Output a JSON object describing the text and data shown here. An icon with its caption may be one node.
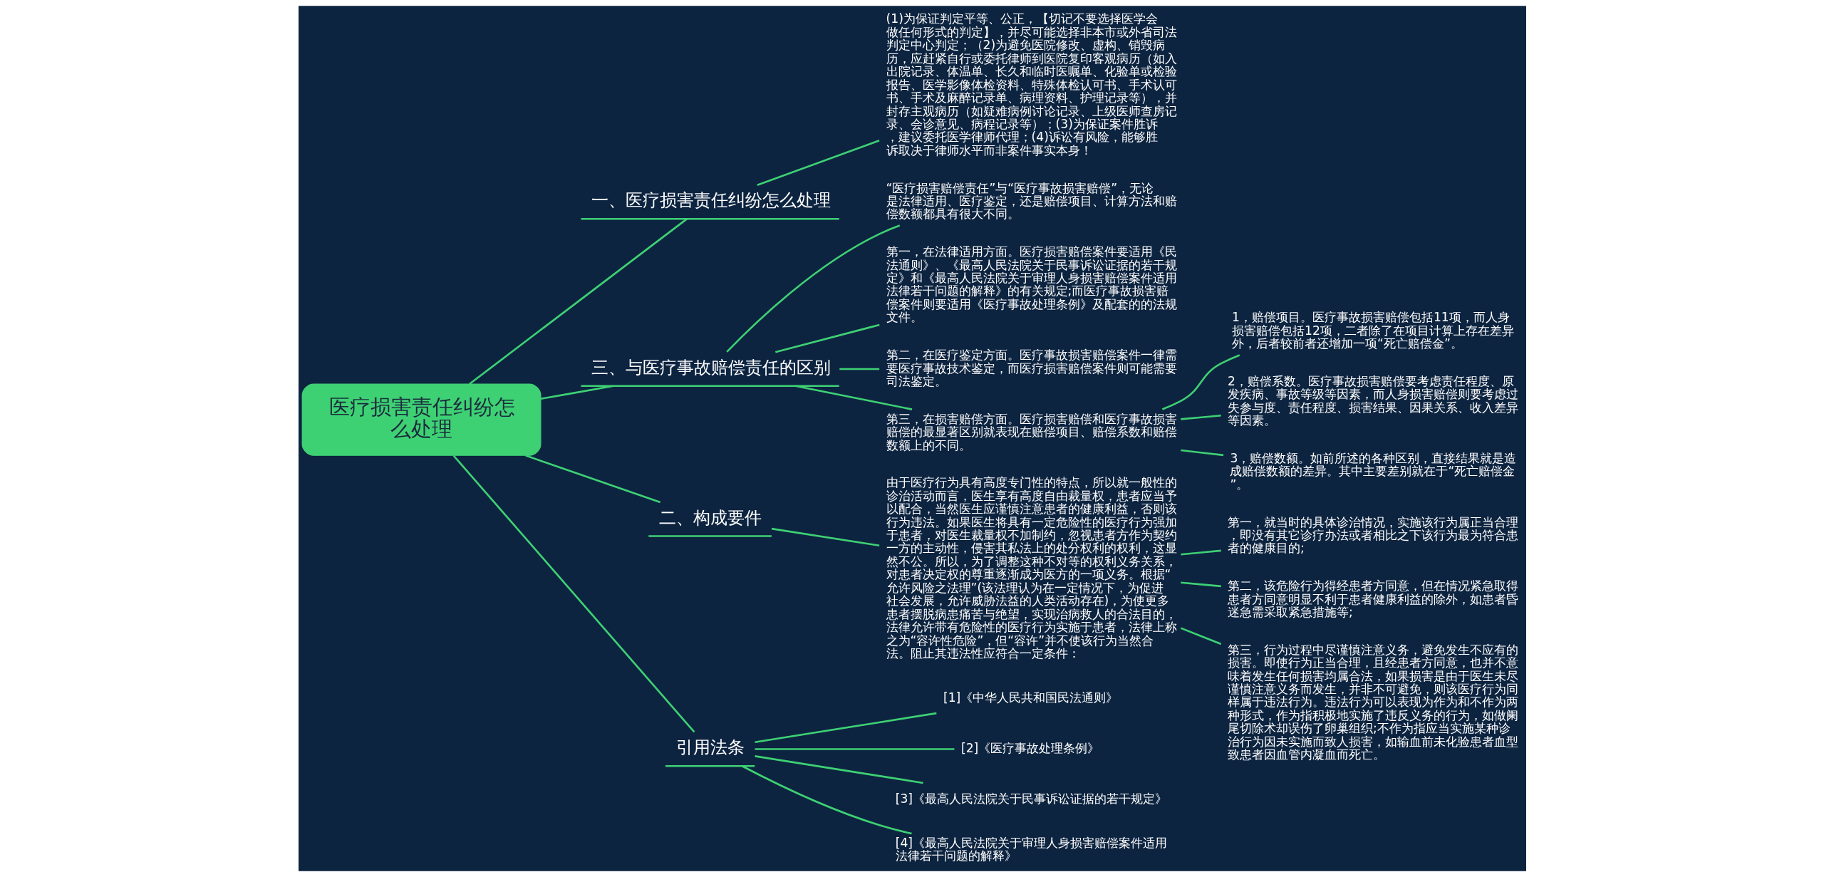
{
  "diagram": {
    "nodes": [
      {
        "text": [
          "医疗损害责任纠纷怎么处理"
        ]
      },
      {
        "text": [
          "一、医疗损害责任纠纷怎么处理"
        ]
      },
      {
        "text": [
          "(1)为保证判定平等、公正，【切记不要选择医学会做任何形式的判定】，并尽可能选择非本市或外省司法判定中心判定；（2)为避免医院修改、虚构、销毁病历，应赶紧自行或委托律师到医院复印客观病历（如入出院记录、体温单、长久和临时医嘱单、化验单或检验报告、医学影像体检资料、特殊体检认可书、手术认可书、手术及麻醉记录单、病理资料、护理记录等），并封存主观病历（如疑难病例讨论记录、上级医师查房记录、会诊意见、病程记录等）；(3)为保证案件胜诉，建议委托医学律师代理；(4)诉讼有风险，能够胜诉取决于律师水平而非案件事实本身！"
        ]
      },
      {
        "text": [
          "三、与医疗事故赔偿责任的区别"
        ]
      },
      {
        "text": [
          "“医疗损害赔偿责任”与“医疗事故损害赔偿”，无论是法律适用、医疗鉴定，还是赔偿项目、计算方法和赔偿数额都具有很大不同。"
        ]
      },
      {
        "text": [
          "第一，在法律适用方面。医疗损害赔偿案件要适用《民法通则》、《最高人民法院关于民事诉讼证据的若干规定》和《最高人民法院关于审理人身损害赔偿案件适用法律若干问题的解释》的有关规定;而医疗事故损害赔偿案件则要适用《医疗事故处理条例》及配套的的法规文件。"
        ]
      },
      {
        "text": [
          "第二，在医疗鉴定方面。医疗事故损害赔偿案件一律需要医疗事故技术鉴定，而医疗损害赔偿案件则可能需要司法鉴定。"
        ]
      },
      {
        "text": [
          "第三，在损害赔偿方面。医疗损害赔偿和医疗事故损害赔偿的最显著区别就表现在赔偿项目、赔偿系数和赔偿数额上的不同。"
        ]
      },
      {
        "text": [
          "1，赔偿项目。医疗事故损害赔偿包括11项，而人身损害赔偿包括12项，二者除了在项目计算上存在差异外，后者较前者还增加一项“死亡赔偿金”。"
        ]
      },
      {
        "text": [
          "2，赔偿系数。医疗事故损害赔偿要考虑责任程度、原发疾病、事故等级等因素，而人身损害赔偿则要考虑过失参与度、责任程度、损害结果、因果关系、收入差异等因素。"
        ]
      },
      {
        "text": [
          "3，赔偿数额。如前所述的各种区别，直接结果就是造成赔偿数额的差异。其中主要差别就在于“死亡赔偿金”。"
        ]
      },
      {
        "text": [
          "二、构成要件"
        ]
      },
      {
        "text": [
          "由于医疗行为具有高度专门性的特点，所以就一般性的诊治活动而言，医生享有高度自由裁量权，患者应当予以配合，当然医生应谨慎注意患者的健康利益，否则该行为违法。如果医生将具有一定危险性的医疗行为强加于患者，对医生裁量权不加制约，忽视患者方作为契约一方的主动性，侵害其私法上的处分权利的权利，这显然不公。所以，为了调整这种不对等的权利义务关系，对患者决定权的尊重逐渐成为医方的一项义务。根据“允许风险之法理”(该法理认为在一定情况下，为促进社会发展，允许威胁法益的人类活动存在)，为使更多患者摆脱病患痛苦与绝望，实现治病救人的合法目的，法律允许带有危险性的医疗行为实施于患者，法律上称之为“容许性危险”，但“容许”并不使该行为当然合法。阻止其违法性应符合一定条件："
        ]
      },
      {
        "text": [
          "第一，就当时的具体诊治情况，实施该行为属正当合理，即没有其它诊疗办法或者相比之下该行为最为符合患者的健康目的;"
        ]
      },
      {
        "text": [
          "第二，该危险行为得经患者方同意，但在情况紧急取得患者方同意明显不利于患者健康利益的除外，如患者昏迷急需采取紧急措施等;"
        ]
      },
      {
        "text": [
          "第三，行为过程中尽谨慎注意义务，避免发生不应有的损害。即使行为正当合理，且经患者方同意，也并不意味着发生任何损害均属合法，如果损害是由于医生未尽谨慎注意义务而发生，并非不可避免，则该医疗行为同样属于违法行为。违法行为可以表现为作为和不作为两种形式，作为指积极地实施了违反义务的行为，如做阑尾切除术却误伤了卵巢组织;不作为指应当实施某种诊治行为因未实施而致人损害，如输血前未化验患者血型致患者因血管内凝血而死亡。"
        ]
      },
      {
        "text": [
          "引用法条"
        ]
      },
      {
        "text": [
          "[1]《中华人民共和国民法通则》"
        ]
      },
      {
        "text": [
          "[2]《医疗事故处理条例》"
        ]
      },
      {
        "text": [
          "[3]《最高人民法院关于民事诉讼证据的若干规定》"
        ]
      },
      {
        "text": [
          "[4]《最高人民法院关于审理人身损害赔偿案件适用法律若干问题的解释》"
        ]
      }
    ],
    "edges": [
      {
        "from": 0,
        "to": 1,
        "arrow": "none"
      },
      {
        "from": 1,
        "to": 2,
        "arrow": "none"
      },
      {
        "from": 0,
        "to": 3,
        "arrow": "none"
      },
      {
        "from": 3,
        "to": 4,
        "arrow": "none"
      },
      {
        "from": 3,
        "to": 5,
        "arrow": "none"
      },
      {
        "from": 3,
        "to": 6,
        "arrow": "none"
      },
      {
        "from": 3,
        "to": 7,
        "arrow": "none"
      },
      {
        "from": 7,
        "to": 8,
        "arrow": "none"
      },
      {
        "from": 7,
        "to": 9,
        "arrow": "none"
      },
      {
        "from": 7,
        "to": 10,
        "arrow": "none"
      },
      {
        "from": 0,
        "to": 11,
        "arrow": "none"
      },
      {
        "from": 11,
        "to": 12,
        "arrow": "none"
      },
      {
        "from": 12,
        "to": 13,
        "arrow": "none"
      },
      {
        "from": 12,
        "to": 14,
        "arrow": "none"
      },
      {
        "from": 12,
        "to": 15,
        "arrow": "none"
      },
      {
        "from": 0,
        "to": 16,
        "arrow": "none"
      },
      {
        "from": 16,
        "to": 17,
        "arrow": "none"
      },
      {
        "from": 16,
        "to": 18,
        "arrow": "none"
      },
      {
        "from": 16,
        "to": 19,
        "arrow": "none"
      },
      {
        "from": 16,
        "to": 20,
        "arrow": "none"
      }
    ]
  }
}
